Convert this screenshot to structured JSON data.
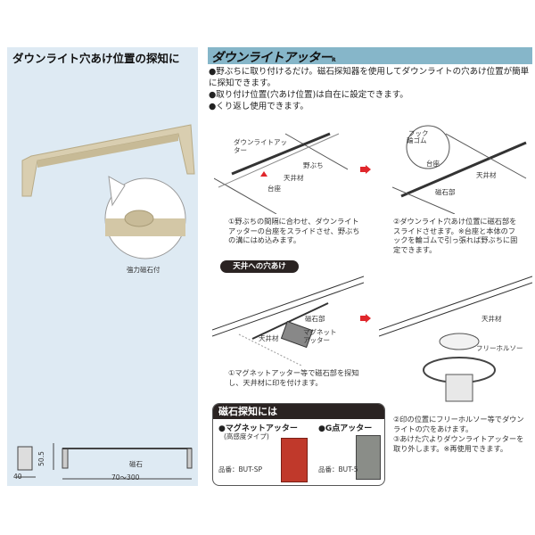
{
  "left_panel": {
    "title": "ダウンライト穴あけ位置の探知に",
    "callout_label": "強力磁石付",
    "dimensions": {
      "height": "50.5",
      "width": "40",
      "length": "70〜300",
      "magnet_label": "磁石"
    }
  },
  "product": {
    "title": "ダウンライトアッター",
    "reg_mark": "R",
    "features": [
      "●野ぶちに取り付けるだけ。磁石探知器を使用してダウンライトの穴あけ位置が簡単に探知できます。",
      "●取り付け位置(穴あけ位置)は自在に設定できます。",
      "●くり返し使用できます。"
    ]
  },
  "step1": {
    "labels": {
      "product": "ダウンライトアッター",
      "nobuchi": "野ぶち",
      "base": "台座",
      "ceiling": "天井材"
    },
    "caption": "①野ぶちの間隔に合わせ、ダウンライトアッターの台座をスライドさせ、野ぶちの溝にはめ込みます。"
  },
  "step2": {
    "labels": {
      "hook": "フック",
      "rubber": "輪ゴム",
      "base": "台座",
      "magnet": "磁石部",
      "ceiling": "天井材"
    },
    "caption": "②ダウンライト穴あけ位置に磁石部をスライドさせます。※台座と本体のフックを輪ゴムで引っ張れば野ぶちに固定できます。"
  },
  "drilling": {
    "badge": "天井への穴あけ",
    "labels": {
      "magnet": "磁石部",
      "ceiling": "天井材",
      "detector": "マグネットアッター",
      "ceiling2": "天井材",
      "holesaw": "フリーホルソー"
    },
    "caption1": "①マグネットアッター等で磁石部を探知し、天井材に印を付けます。",
    "caption2": "②印の位置にフリーホルソー等でダウンライトの穴をあけます。",
    "caption3": "③あけた穴よりダウンライトアッターを取り外します。※再使用できます。"
  },
  "magnet_detection": {
    "title": "磁石探知には",
    "items": [
      {
        "name": "●マグネットアッター",
        "sub": "(高感度タイプ)",
        "part": "品番：BUT-SP"
      },
      {
        "name": "●G点アッター",
        "sub": "",
        "part": "品番：BUT-5"
      }
    ]
  },
  "colors": {
    "title_bar": "#86b6c9",
    "panel": "#deeaf3",
    "arrow": "#e0262b",
    "product": "#d9ceb0"
  }
}
